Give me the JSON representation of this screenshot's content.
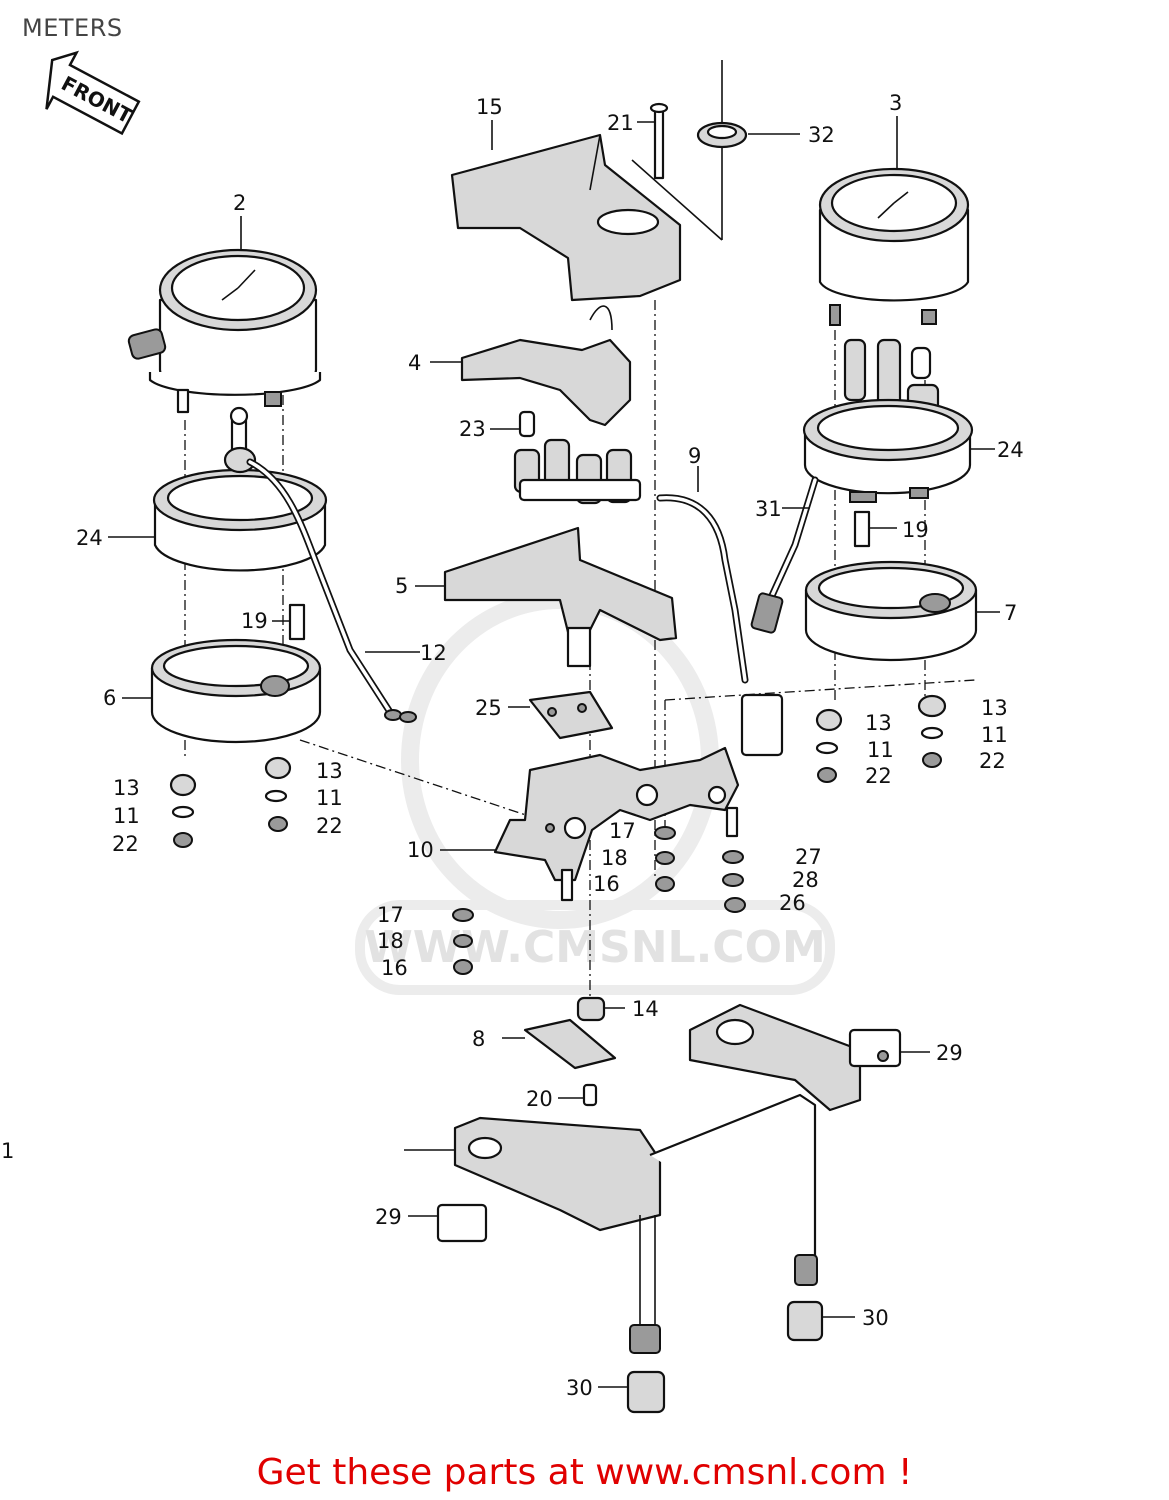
{
  "header": {
    "title": "METERS"
  },
  "front_arrow": {
    "label": "FRONT"
  },
  "watermark": {
    "text": "WWW.CMSNL.COM"
  },
  "footer": {
    "text": "Get these parts at www.cmsnl.com !",
    "color": "#e00000"
  },
  "callouts": [
    {
      "id": "c1",
      "label": "1"
    },
    {
      "id": "c2",
      "label": "2"
    },
    {
      "id": "c3",
      "label": "3"
    },
    {
      "id": "c4",
      "label": "4"
    },
    {
      "id": "c5",
      "label": "5"
    },
    {
      "id": "c6",
      "label": "6"
    },
    {
      "id": "c7",
      "label": "7"
    },
    {
      "id": "c8",
      "label": "8"
    },
    {
      "id": "c9",
      "label": "9"
    },
    {
      "id": "c10",
      "label": "10"
    },
    {
      "id": "c11a",
      "label": "11"
    },
    {
      "id": "c11b",
      "label": "11"
    },
    {
      "id": "c11c",
      "label": "11"
    },
    {
      "id": "c11d",
      "label": "11"
    },
    {
      "id": "c12",
      "label": "12"
    },
    {
      "id": "c13a",
      "label": "13"
    },
    {
      "id": "c13b",
      "label": "13"
    },
    {
      "id": "c13c",
      "label": "13"
    },
    {
      "id": "c13d",
      "label": "13"
    },
    {
      "id": "c14",
      "label": "14"
    },
    {
      "id": "c15",
      "label": "15"
    },
    {
      "id": "c16a",
      "label": "16"
    },
    {
      "id": "c16b",
      "label": "16"
    },
    {
      "id": "c17a",
      "label": "17"
    },
    {
      "id": "c17b",
      "label": "17"
    },
    {
      "id": "c18a",
      "label": "18"
    },
    {
      "id": "c18b",
      "label": "18"
    },
    {
      "id": "c19a",
      "label": "19"
    },
    {
      "id": "c19b",
      "label": "19"
    },
    {
      "id": "c20",
      "label": "20"
    },
    {
      "id": "c21",
      "label": "21"
    },
    {
      "id": "c22a",
      "label": "22"
    },
    {
      "id": "c22b",
      "label": "22"
    },
    {
      "id": "c22c",
      "label": "22"
    },
    {
      "id": "c22d",
      "label": "22"
    },
    {
      "id": "c23",
      "label": "23"
    },
    {
      "id": "c24a",
      "label": "24"
    },
    {
      "id": "c24b",
      "label": "24"
    },
    {
      "id": "c25",
      "label": "25"
    },
    {
      "id": "c26",
      "label": "26"
    },
    {
      "id": "c27",
      "label": "27"
    },
    {
      "id": "c28",
      "label": "28"
    },
    {
      "id": "c29a",
      "label": "29"
    },
    {
      "id": "c29b",
      "label": "29"
    },
    {
      "id": "c30a",
      "label": "30"
    },
    {
      "id": "c30b",
      "label": "30"
    },
    {
      "id": "c31",
      "label": "31"
    },
    {
      "id": "c32",
      "label": "32"
    }
  ]
}
